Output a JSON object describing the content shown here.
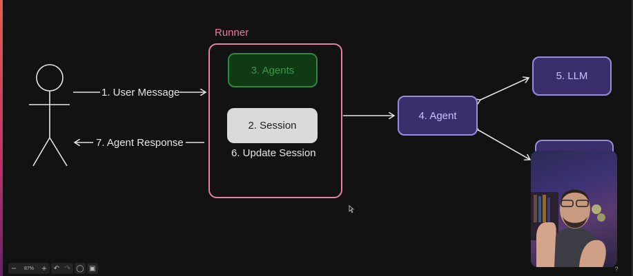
{
  "diagram": {
    "runner_title": "Runner",
    "user_message": "1. User Message",
    "session": "2. Session",
    "agents": "3. Agents",
    "agent": "4. Agent",
    "llm": "5. LLM",
    "update_session": "6. Update Session",
    "agent_response": "7. Agent Response"
  },
  "toolbar": {
    "zoom_out_icon": "minus-icon",
    "zoom_level": "87%",
    "zoom_in_icon": "plus-icon",
    "undo_icon": "undo-icon",
    "redo_icon": "redo-icon",
    "comment_icon": "comment-icon",
    "present_icon": "present-icon",
    "help_icon": "help-icon"
  },
  "colors": {
    "runner": "#e684a6",
    "agents_fill": "#0f3a14",
    "agents_border": "#2f8a3c",
    "agent_fill": "#3a2f6a",
    "agent_border": "#9a8de0",
    "session_fill": "#dadada"
  }
}
